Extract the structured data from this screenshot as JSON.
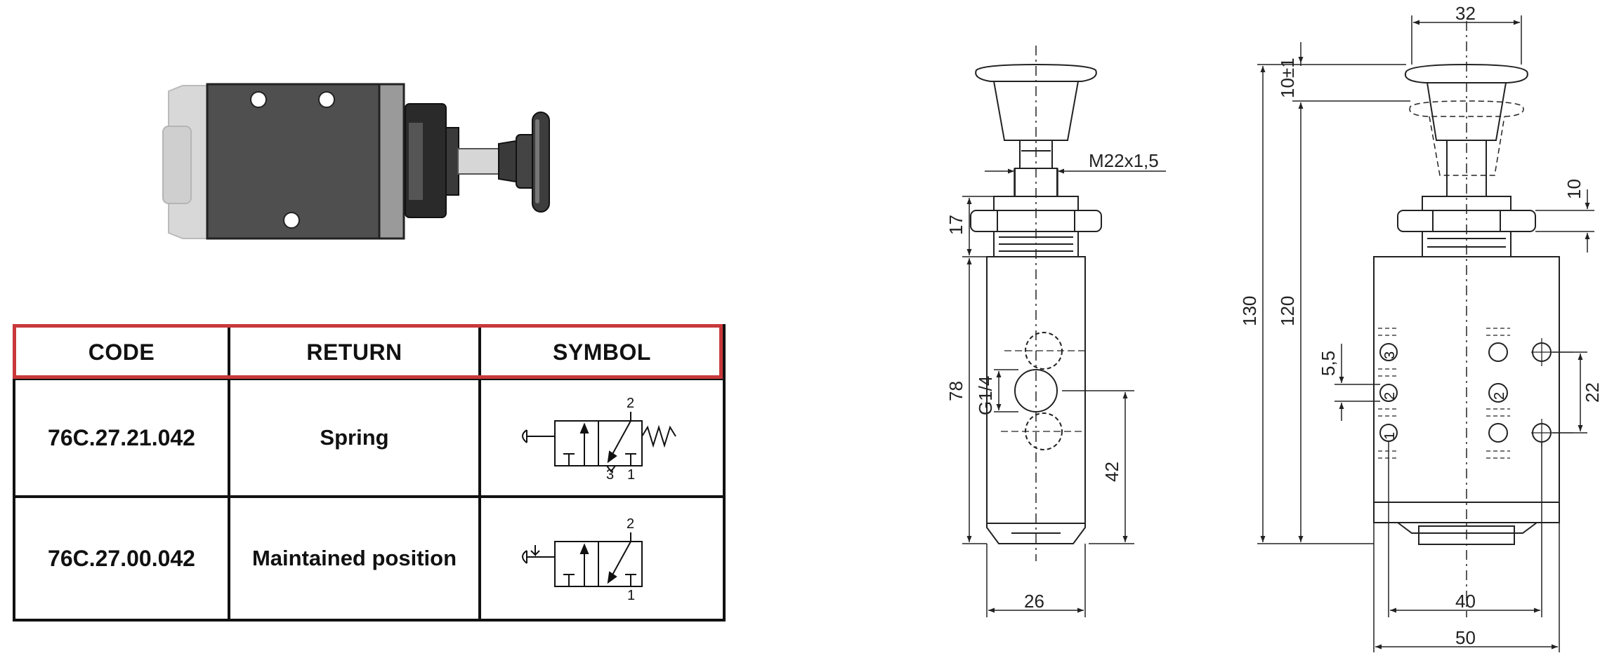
{
  "table": {
    "headers": [
      "CODE",
      "RETURN",
      "SYMBOL"
    ],
    "rows": [
      {
        "code": "76C.27.21.042",
        "return": "Spring",
        "symbol_ports": [
          "2",
          "3",
          "1"
        ]
      },
      {
        "code": "76C.27.00.042",
        "return": "Maintained position",
        "symbol_ports": [
          "2",
          "1"
        ]
      }
    ]
  },
  "dimensions": {
    "side_view": {
      "thread": "M22x1,5",
      "nut_height": "17",
      "body_height": "78",
      "port": "G1/4",
      "port_height": "42",
      "width": "26"
    },
    "front_view": {
      "top_width": "32",
      "stroke": "10±1",
      "overall_height": "130",
      "height_to_button": "120",
      "nut": "10",
      "hole_dia": "5,5",
      "port_spacing": "22",
      "hole_spacing": "40",
      "body_width": "50",
      "port_labels": [
        "3",
        "2",
        "1",
        "2"
      ]
    }
  },
  "colors": {
    "header_frame": "#c8393b",
    "body": "#4f4f4f",
    "line": "#222222"
  }
}
